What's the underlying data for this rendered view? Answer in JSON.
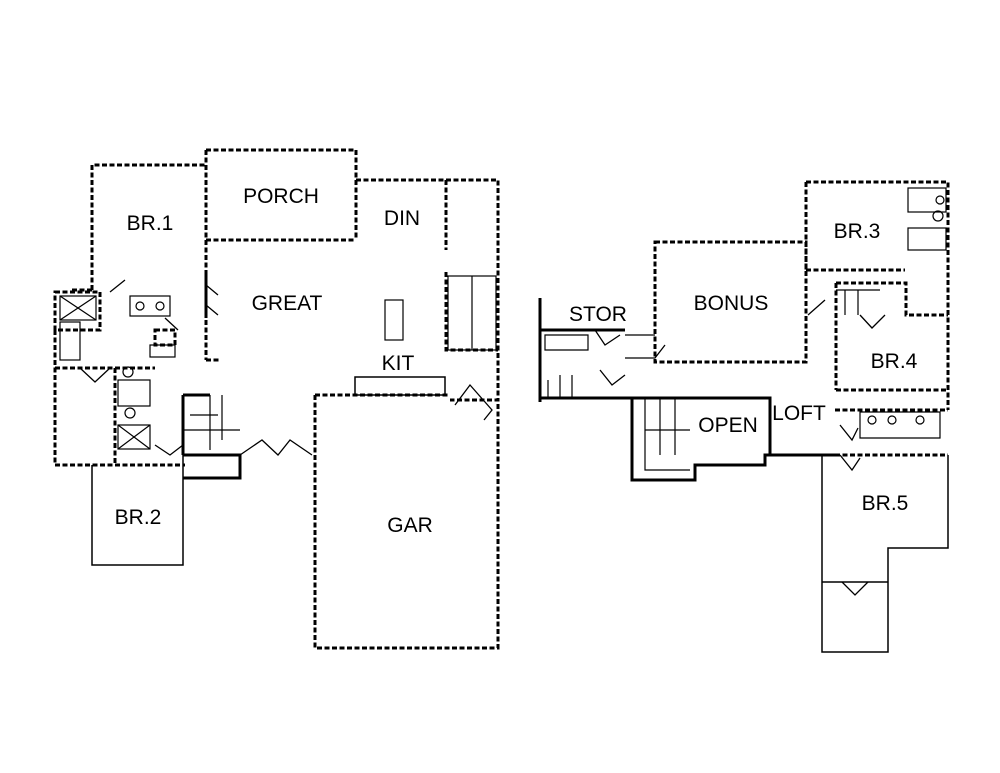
{
  "floor_plan": {
    "first_floor": {
      "rooms": {
        "br1": "BR.1",
        "porch": "PORCH",
        "din": "DIN",
        "great": "GREAT",
        "kit": "KIT",
        "br2": "BR.2",
        "gar": "GAR"
      }
    },
    "second_floor": {
      "rooms": {
        "stor": "STOR",
        "bonus": "BONUS",
        "br3": "BR.3",
        "br4": "BR.4",
        "open": "OPEN",
        "loft": "LOFT",
        "br5": "BR.5"
      }
    }
  }
}
